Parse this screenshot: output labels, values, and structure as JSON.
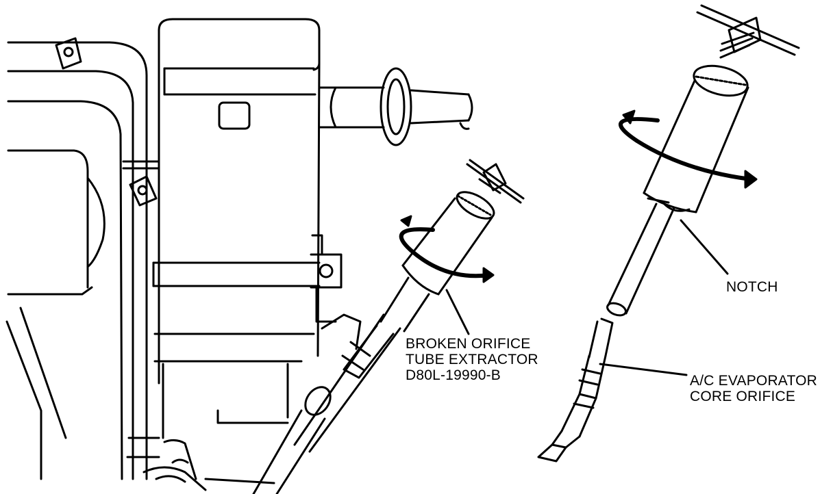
{
  "labels": {
    "extractor": {
      "line1": "BROKEN ORIFICE",
      "line2": "TUBE EXTRACTOR",
      "line3": "D80L-19990-B"
    },
    "notch": "NOTCH",
    "orifice": {
      "line1": "A/C EVAPORATOR",
      "line2": "CORE ORIFICE"
    }
  },
  "colors": {
    "ink": "#000000",
    "paper": "#ffffff"
  }
}
